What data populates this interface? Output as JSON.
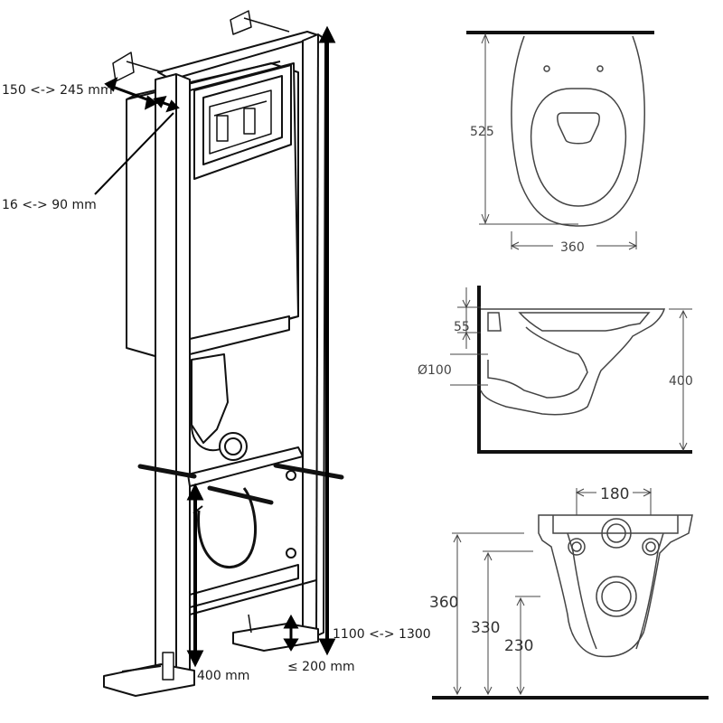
{
  "frame_dimensions": {
    "depth_range": "150 <-> 245 mm",
    "offset_range": "16 <-> 90 mm",
    "height_range": "1100 <-> 1300",
    "foot_height": "400 mm",
    "foot_adjust": "≤ 200 mm"
  },
  "top_view": {
    "length": "525",
    "width": "360"
  },
  "side_view": {
    "rim_height": "55",
    "outlet_diameter": "Ø100",
    "mount_height": "400"
  },
  "front_view": {
    "inlet_spacing": "180",
    "bolt_height": "360",
    "inlet_height": "330",
    "outlet_height": "230"
  }
}
